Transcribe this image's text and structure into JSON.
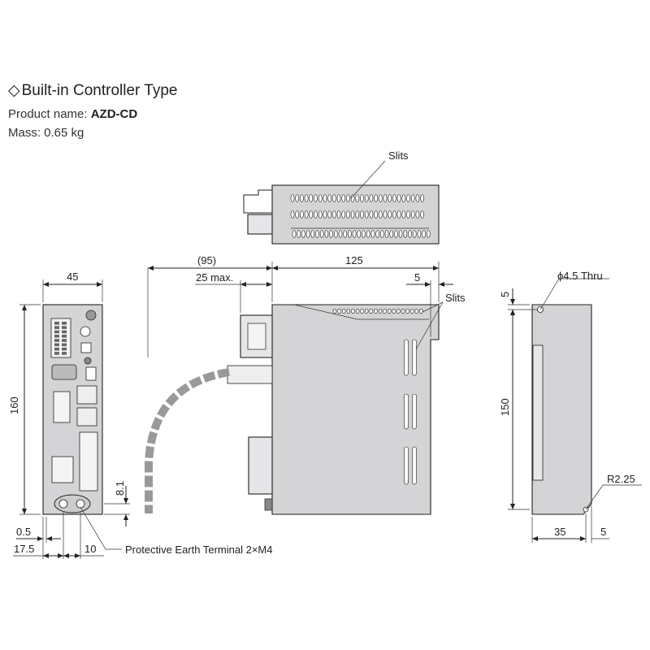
{
  "header": {
    "title": "Built-in Controller Type",
    "product_label": "Product name: ",
    "product_name": "AZD-CD",
    "mass": "Mass: 0.65 kg"
  },
  "front_view": {
    "dim_width": "45",
    "dim_height": "160",
    "dim_terminal_height": "8.1",
    "dim_offset_left": "0.5",
    "dim_offset_terminal": "17.5",
    "dim_terminal_pitch": "10"
  },
  "top_view": {
    "slits_label": "Slits"
  },
  "side_view": {
    "dim_cable": "(95)",
    "dim_connector": "25 max.",
    "dim_depth": "125",
    "dim_edge": "5",
    "slits_label": "Slits"
  },
  "rear_view": {
    "hole_label": "ϕ4.5 Thru",
    "dim_top_offset": "5",
    "dim_height": "150",
    "radius_label": "R2.25",
    "dim_depth": "35",
    "dim_edge": "5"
  },
  "callouts": {
    "protective_earth": "Protective Earth Terminal 2×M4"
  }
}
